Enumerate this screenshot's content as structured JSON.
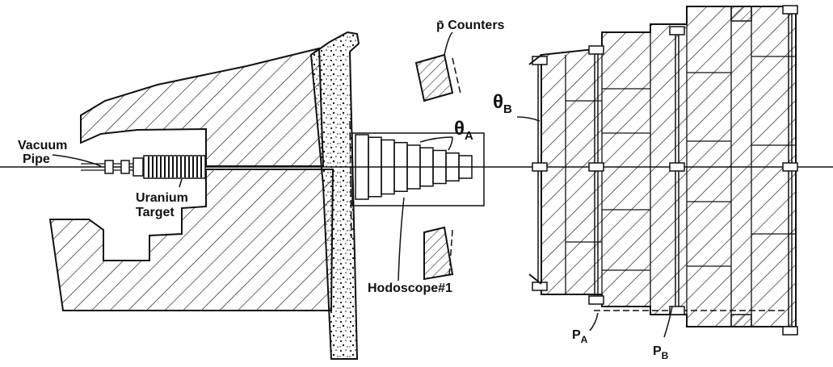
{
  "labels": {
    "vacuum_line1": "Vacuum",
    "vacuum_line2": "Pipe",
    "uranium_line1": "Uranium",
    "uranium_line2": "Target",
    "pbar_counters": "p̄ Counters",
    "theta_a": "θ",
    "theta_a_sub": "A",
    "theta_b": "θ",
    "theta_b_sub": "B",
    "hodoscope": "Hodoscope#1",
    "pa": "P",
    "pa_sub": "A",
    "pb": "P",
    "pb_sub": "B"
  },
  "colors": {
    "ink": "#111111",
    "paper": "#ffffff"
  }
}
